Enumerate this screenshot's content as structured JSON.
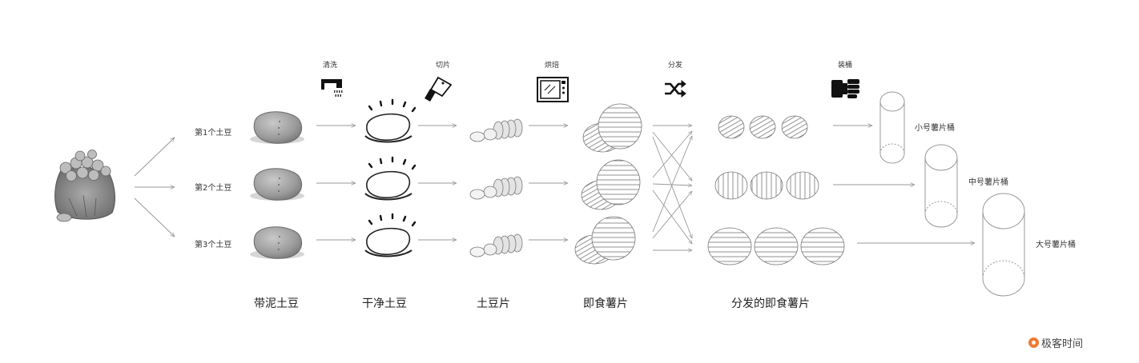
{
  "steps": {
    "wash": "清洗",
    "slice": "切片",
    "bake": "烘焙",
    "distribute": "分发",
    "bucket": "装桶"
  },
  "rows": [
    "第1个土豆",
    "第2个土豆",
    "第3个土豆"
  ],
  "stages": [
    "带泥土豆",
    "干净土豆",
    "土豆片",
    "即食薯片",
    "分发的即食薯片"
  ],
  "buckets": [
    "小号薯片桶",
    "中号薯片桶",
    "大号薯片桶"
  ],
  "brand": {
    "name": "极客时间",
    "color": "#ee7a32"
  },
  "icons": {
    "sack": "potato-sack-icon",
    "wash": "faucet-icon",
    "slice": "cleaver-icon",
    "bake": "oven-icon",
    "distribute": "shuffle-icon",
    "bucket": "bucket-loader-icon"
  }
}
